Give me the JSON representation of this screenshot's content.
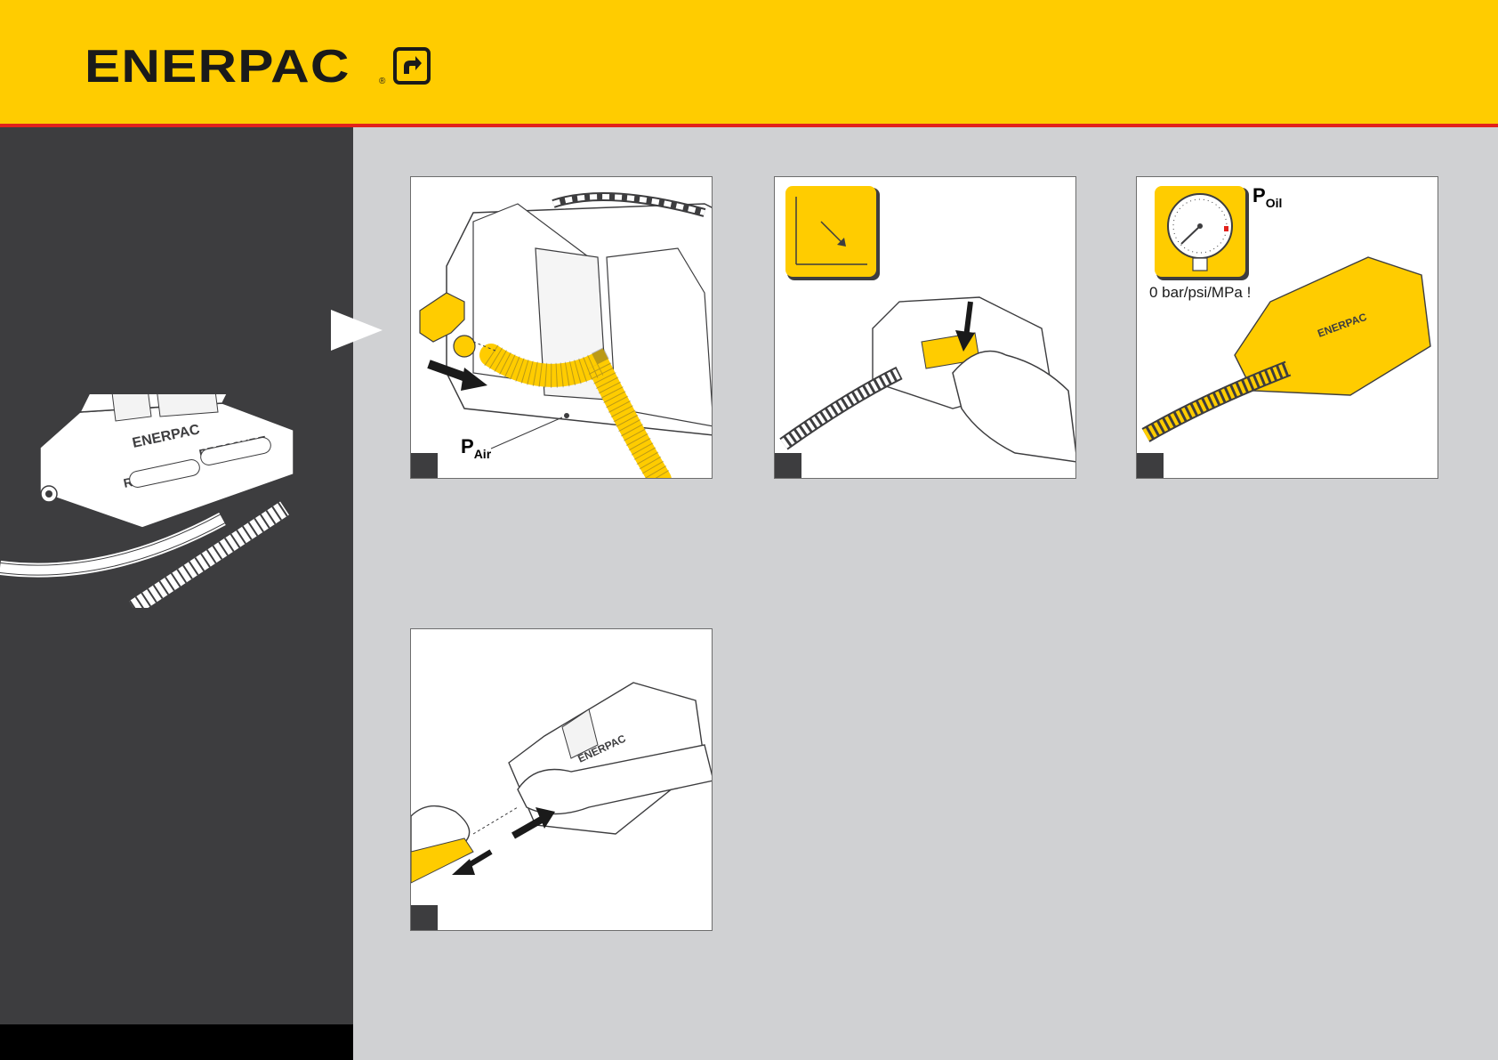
{
  "brand": {
    "name": "ENERPAC",
    "registered_mark": "®",
    "colors": {
      "yellow": "#ffcc00",
      "red_line": "#e2221c",
      "dark": "#3d3d3f",
      "panel_bg": "#d0d1d3"
    }
  },
  "illustration_labels": {
    "release": "RELEASE",
    "pressure": "PRESSURE"
  },
  "panels": [
    {
      "id": "air-disconnect",
      "label_main": "P",
      "label_sub": "Air",
      "icons": [
        "air-hose-icon",
        "pull-arrow-icon"
      ]
    },
    {
      "id": "release-button",
      "icons": [
        "release-symbol-icon",
        "press-arrow-icon",
        "hand-icon"
      ]
    },
    {
      "id": "pressure-check",
      "label_main": "P",
      "label_sub": "Oil",
      "note": "0 bar/psi/MPa !",
      "icons": [
        "pressure-gauge-icon"
      ]
    },
    {
      "id": "coupler-disconnect",
      "icons": [
        "hand-icon",
        "push-arrow-icon",
        "pull-arrow-icon"
      ]
    }
  ]
}
